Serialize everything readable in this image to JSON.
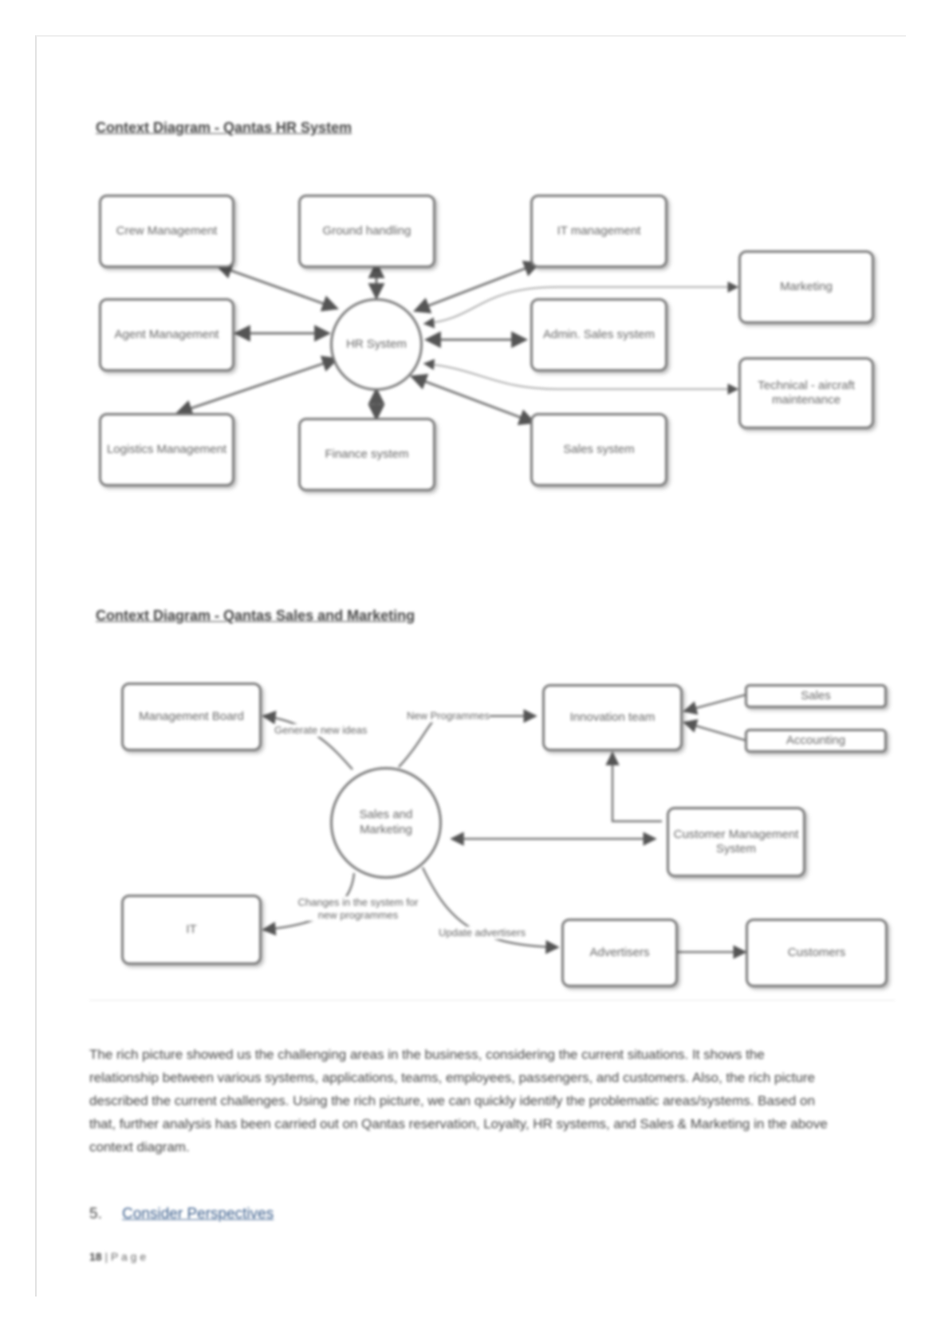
{
  "diagram1": {
    "heading": "Context Diagram - Qantas HR System",
    "center": "HR System",
    "nodes": {
      "crew": "Crew Management",
      "ground": "Ground handling",
      "it": "IT management",
      "agent": "Agent Management",
      "admin": "Admin. Sales system",
      "logistics": "Logistics Management",
      "finance": "Finance system",
      "sales": "Sales system",
      "marketing": "Marketing",
      "technical": "Technical - aircraft maintenance"
    }
  },
  "diagram2": {
    "heading": "Context Diagram - Qantas Sales and Marketing",
    "center": "Sales and Marketing",
    "nodes": {
      "board": "Management Board",
      "innovation": "Innovation team",
      "sales": "Sales",
      "accounting": "Accounting",
      "cms": "Customer Management System",
      "it": "IT",
      "advertisers": "Advertisers",
      "customers": "Customers"
    },
    "labels": {
      "generate": "Generate new ideas",
      "newprog": "New Programmes",
      "changes": "Changes in the system for new programmes",
      "update": "Update advertisers"
    }
  },
  "paragraph": "The rich picture showed us the challenging areas in the business, considering the current situations. It shows the relationship between various systems, applications, teams, employees, passengers, and customers. Also, the rich picture described the current challenges. Using the rich picture, we can quickly identify the problematic areas/systems. Based on that, further analysis has been carried out on Qantas reservation, Loyalty, HR systems, and Sales & Marketing in the above context diagram.",
  "next_section": {
    "number": "5.",
    "title": "Consider Perspectives"
  },
  "footer": {
    "page": "18",
    "suffix": "| P a g e"
  }
}
